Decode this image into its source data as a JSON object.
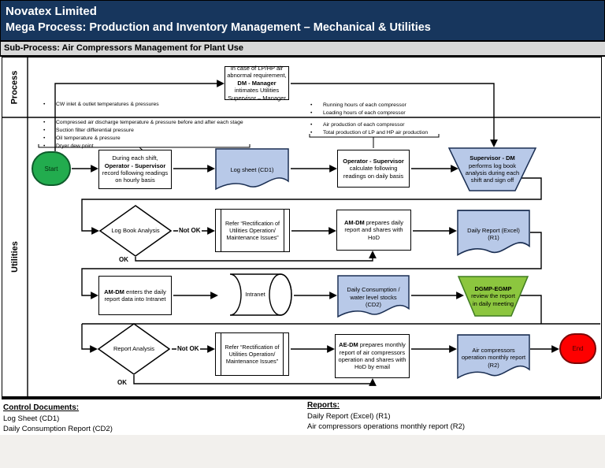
{
  "header": {
    "company": "Novatex Limited",
    "title": "Mega Process: Production and Inventory Management – Mechanical & Utilities"
  },
  "subprocess": {
    "label": "Sub-Process: Air Compressors Management for Plant Use"
  },
  "lanes": {
    "process": "Process",
    "utilities": "Utilities"
  },
  "labels": {
    "not_ok": "Not OK",
    "ok": "OK",
    "bullet": "•"
  },
  "notes": {
    "process_left": [
      "CW inlet & outlet temperatures & pressures"
    ],
    "utilities_left": [
      "Compressed air discharge temperature & pressure before and after each stage",
      "Suction filter differential pressure",
      "Oil temperature & pressure",
      "Dryer dew point"
    ],
    "process_right": [
      "Running hours of each compressor",
      "Loading hours of each compressor"
    ],
    "utilities_right": [
      "Air production of each compressor",
      "Total production of LP and HP air production"
    ]
  },
  "shapes": {
    "start": "Start",
    "end": "End",
    "lp_hp_note": {
      "pre": "In case of LP/HP air abnormal requirement, ",
      "actor": "DM - Manager",
      "post": " intimates Utilities Supervisor – Manager"
    },
    "record_readings": {
      "pre": "During each shift, ",
      "actor": "Operator - Supervisor",
      "post": " record following readings on hourly basis"
    },
    "log_sheet_doc": "Log sheet (CD1)",
    "calc_readings": {
      "actor": "Operator - Supervisor",
      "post": " calculate following readings on daily basis"
    },
    "supervisor_dm": {
      "actor": "Supervisor - DM",
      "post": " performs log book analysis during each shift and sign off"
    },
    "log_book_analysis": "Log Book Analysis",
    "refer": {
      "text": "Refer “Rectification of Utilities Operation/ Maintenance Issues”"
    },
    "am_dm_daily": {
      "actor": "AM-DM",
      "post": " prepares daily report and shares with HoD"
    },
    "daily_report_doc": "Daily Report (Excel) (R1)",
    "am_dm_intranet": {
      "actor": "AM-DM",
      "post": " enters the daily report data into Intranet"
    },
    "intranet": "Intranet",
    "daily_consumption_doc": "Daily Consumption / water level stocks (CD2)",
    "dgmp_egmp": {
      "actor": "DGMP-EGMP",
      "post": " review the report in daily meeting"
    },
    "report_analysis": "Report Analysis",
    "ae_dm_monthly": {
      "actor": "AE-DM",
      "post": " prepares monthly report of air compressors operation and shares with HoD by email"
    },
    "monthly_report_doc": "Air compressors operation monthly report (R2)"
  },
  "footer": {
    "control_title": "Control Documents:",
    "control_items": [
      "Log Sheet (CD1)",
      "Daily Consumption Report (CD2)"
    ],
    "reports_title": "Reports:",
    "report_items": [
      "Daily Report (Excel) (R1)",
      "Air compressors operations monthly report (R2)"
    ]
  },
  "colors": {
    "header_bg": "#17365D",
    "subbar_bg": "#D8D8D8",
    "start_green": "#22AC4E",
    "doc_blue": "#B8C9E8",
    "review_green": "#8CC63F",
    "end_red": "#FE0000"
  }
}
